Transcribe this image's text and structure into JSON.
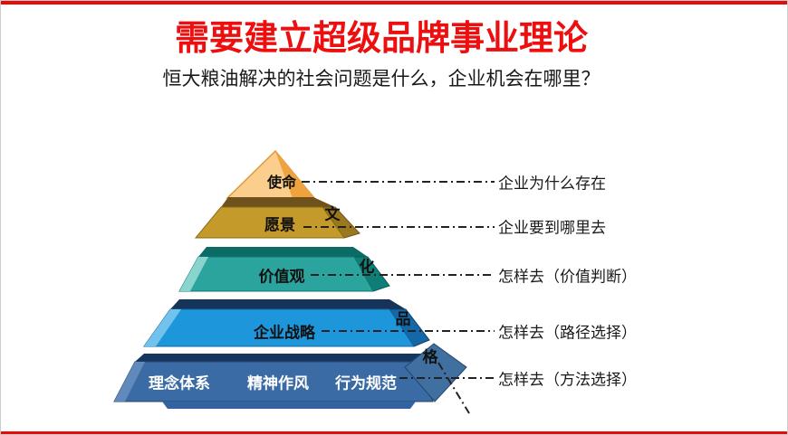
{
  "slide": {
    "title": "需要建立超级品牌事业理论",
    "subtitle": "恒大粮油解决的社会问题是什么，企业机会在哪里？"
  },
  "pyramid": {
    "levels": [
      {
        "label": "使命",
        "annotation": "企业为什么存在"
      },
      {
        "label": "愿景",
        "side_char": "文",
        "annotation": "企业要到哪里去"
      },
      {
        "label": "价值观",
        "side_char": "化",
        "annotation": "怎样去（价值判断）"
      },
      {
        "label": "企业战略",
        "side_char": "品",
        "annotation": "怎样去（路径选择）"
      },
      {
        "labels": [
          "理念体系",
          "精神作风",
          "行为规范"
        ],
        "side_char": "格",
        "annotation": "怎样去（方法选择）"
      }
    ],
    "side_word": "文化品格"
  },
  "colors": {
    "accent_red": "#e70b0b",
    "gold_light": "#fcce8d",
    "gold": "#c49a2b",
    "gold_dark": "#6f521b",
    "teal": "#2aa49d",
    "teal_dark": "#0c6b66",
    "blue": "#1e96db",
    "steel_blue": "#3a6ba4",
    "navy": "#16365f",
    "dash_line": "#222222"
  }
}
